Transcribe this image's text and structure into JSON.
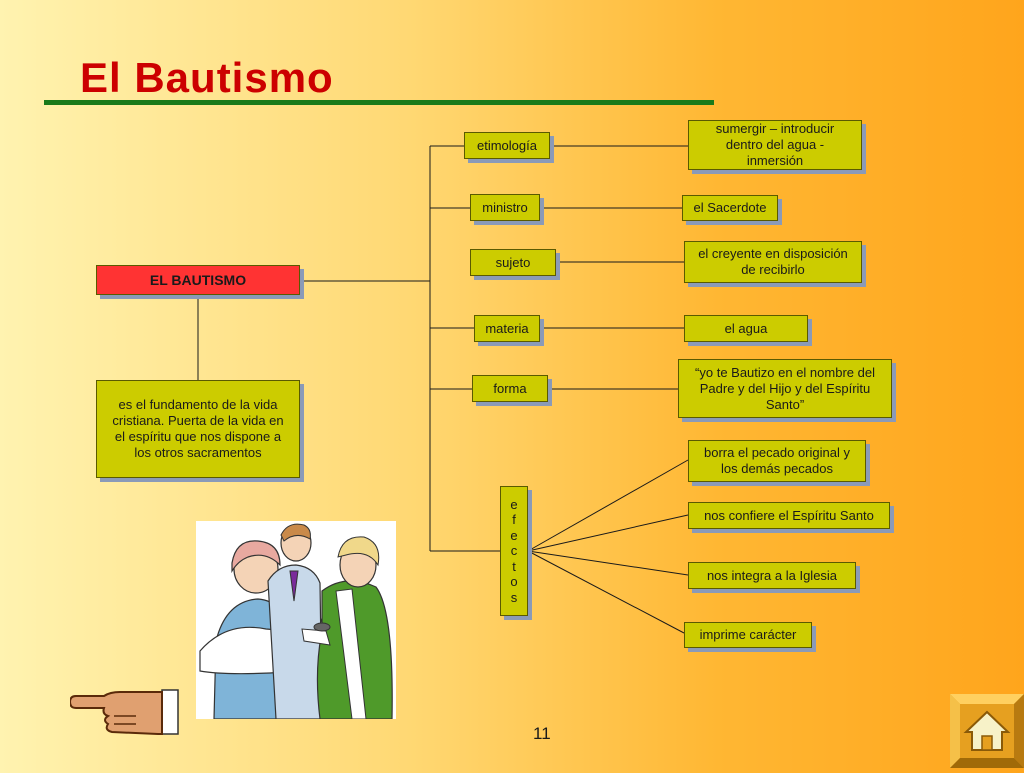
{
  "title": "El Bautismo",
  "root": {
    "label": "EL BAUTISMO"
  },
  "definition": "es el fundamento de la vida cristiana. Puerta de la vida en el espíritu que nos dispone a los otros sacramentos",
  "branches": [
    {
      "label": "etimología",
      "value": "sumergir – introducir dentro del agua - inmersión"
    },
    {
      "label": "ministro",
      "value": "el Sacerdote"
    },
    {
      "label": "sujeto",
      "value": "el creyente en disposición de recibirlo"
    },
    {
      "label": "materia",
      "value": "el agua"
    },
    {
      "label": "forma",
      "value": "“yo te Bautizo en el nombre del Padre y del Hijo y del Espíritu Santo”"
    }
  ],
  "efectos": {
    "letters": [
      "e",
      "f",
      "e",
      "c",
      "t",
      "o",
      "s"
    ],
    "items": [
      "borra el pecado original y los demás pecados",
      "nos confiere el Espíritu Santo",
      "nos integra a la Iglesia",
      "imprime carácter"
    ]
  },
  "page_number": "11",
  "icons": {
    "illustration": "baptism-illustration",
    "hand": "pointing-hand-icon",
    "home": "home-icon"
  },
  "colors": {
    "title": "#cc0000",
    "rule": "#1a7a1a",
    "box": "#cccc00",
    "root_box": "#ff3333"
  }
}
